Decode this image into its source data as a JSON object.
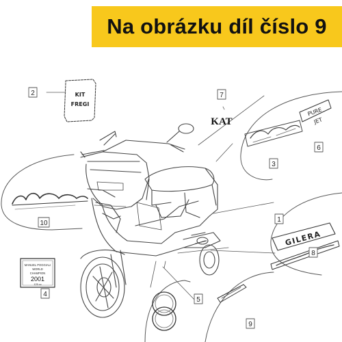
{
  "banner": {
    "text": "Na obrázku díl číslo 9",
    "background": "#f8c81c"
  },
  "callouts": [
    {
      "id": "1"
    },
    {
      "id": "2"
    },
    {
      "id": "3"
    },
    {
      "id": "4"
    },
    {
      "id": "5"
    },
    {
      "id": "6"
    },
    {
      "id": "7"
    },
    {
      "id": "8"
    },
    {
      "id": "9"
    },
    {
      "id": "10"
    }
  ],
  "decals": {
    "kit_line1": "KIT",
    "kit_line2": "FREGI",
    "kat": "KAT",
    "pure": "PURE",
    "jet": "JET",
    "gilera": "GILERA",
    "plate_line1": "MANUEL POGGIALI",
    "plate_line2": "WORLD",
    "plate_line3": "CHAMPION",
    "plate_year": "2001",
    "plate_line5": "125 cc"
  }
}
